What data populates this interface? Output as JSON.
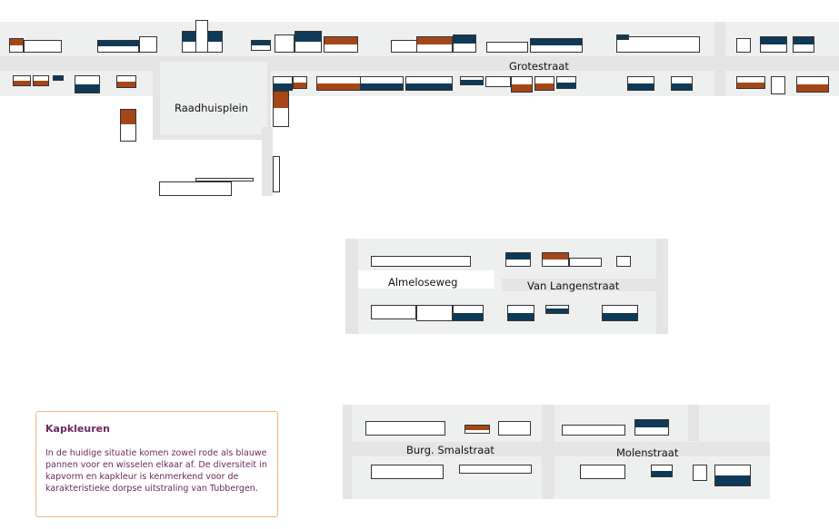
{
  "streets": {
    "raadhuisplein": "Raadhuisplein",
    "grotestraat": "Grotestraat",
    "almeloseweg": "Almeloseweg",
    "van_langenstraat": "Van Langenstraat",
    "burg_smalstraat": "Burg. Smalstraat",
    "molenstraat": "Molenstraat"
  },
  "infobox": {
    "title": "Kapkleuren",
    "text": "In de huidige situatie komen zowel rode als blauwe pannen voor en wisselen elkaar af. De diversiteit in kapvorm en kapkleur is kenmerkend voor de karakteristieke dorpse uitstraling van Tubbergen."
  },
  "colors": {
    "blue_roof": "#0f3a57",
    "red_roof": "#a5461a",
    "text_purple": "#6b2a5e",
    "box_border": "#f2b880",
    "road": "#e4e5e4"
  }
}
